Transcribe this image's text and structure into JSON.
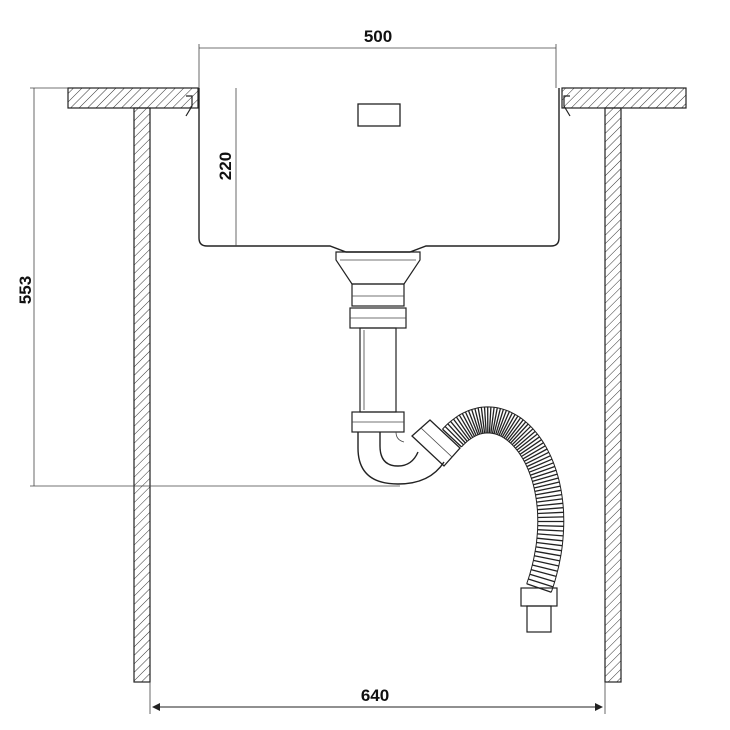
{
  "dimensions": {
    "sink_width": "500",
    "bowl_depth": "220",
    "drain_height": "553",
    "cabinet_width": "640"
  }
}
